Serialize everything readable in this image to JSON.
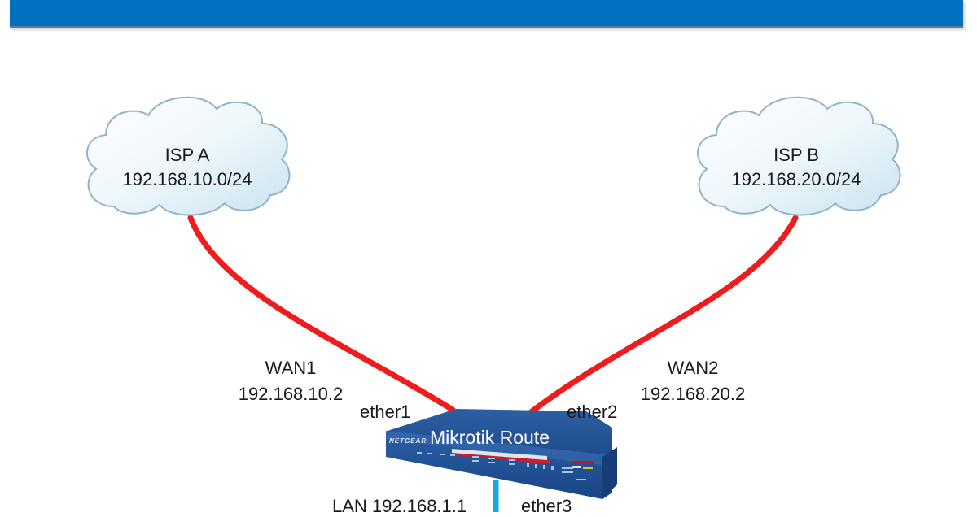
{
  "header": {
    "color": "#0170c1"
  },
  "clouds": [
    {
      "id": "isp-a",
      "name": "ISP A",
      "network": "192.168.10.0/24"
    },
    {
      "id": "isp-b",
      "name": "ISP B",
      "network": "192.168.20.0/24"
    }
  ],
  "links": [
    {
      "name": "WAN1",
      "ip": "192.168.10.2",
      "port": "ether1",
      "color": "#ee1c1c"
    },
    {
      "name": "WAN2",
      "ip": "192.168.20.2",
      "port": "ether2",
      "color": "#ee1c1c"
    },
    {
      "name": "LAN",
      "ip": "LAN 192.168.1.1",
      "port": "ether3",
      "color": "#12a8e0"
    }
  ],
  "router": {
    "label": "Mikrotik Route",
    "brand": "NETGEAR",
    "color": "#1f4f8f"
  }
}
